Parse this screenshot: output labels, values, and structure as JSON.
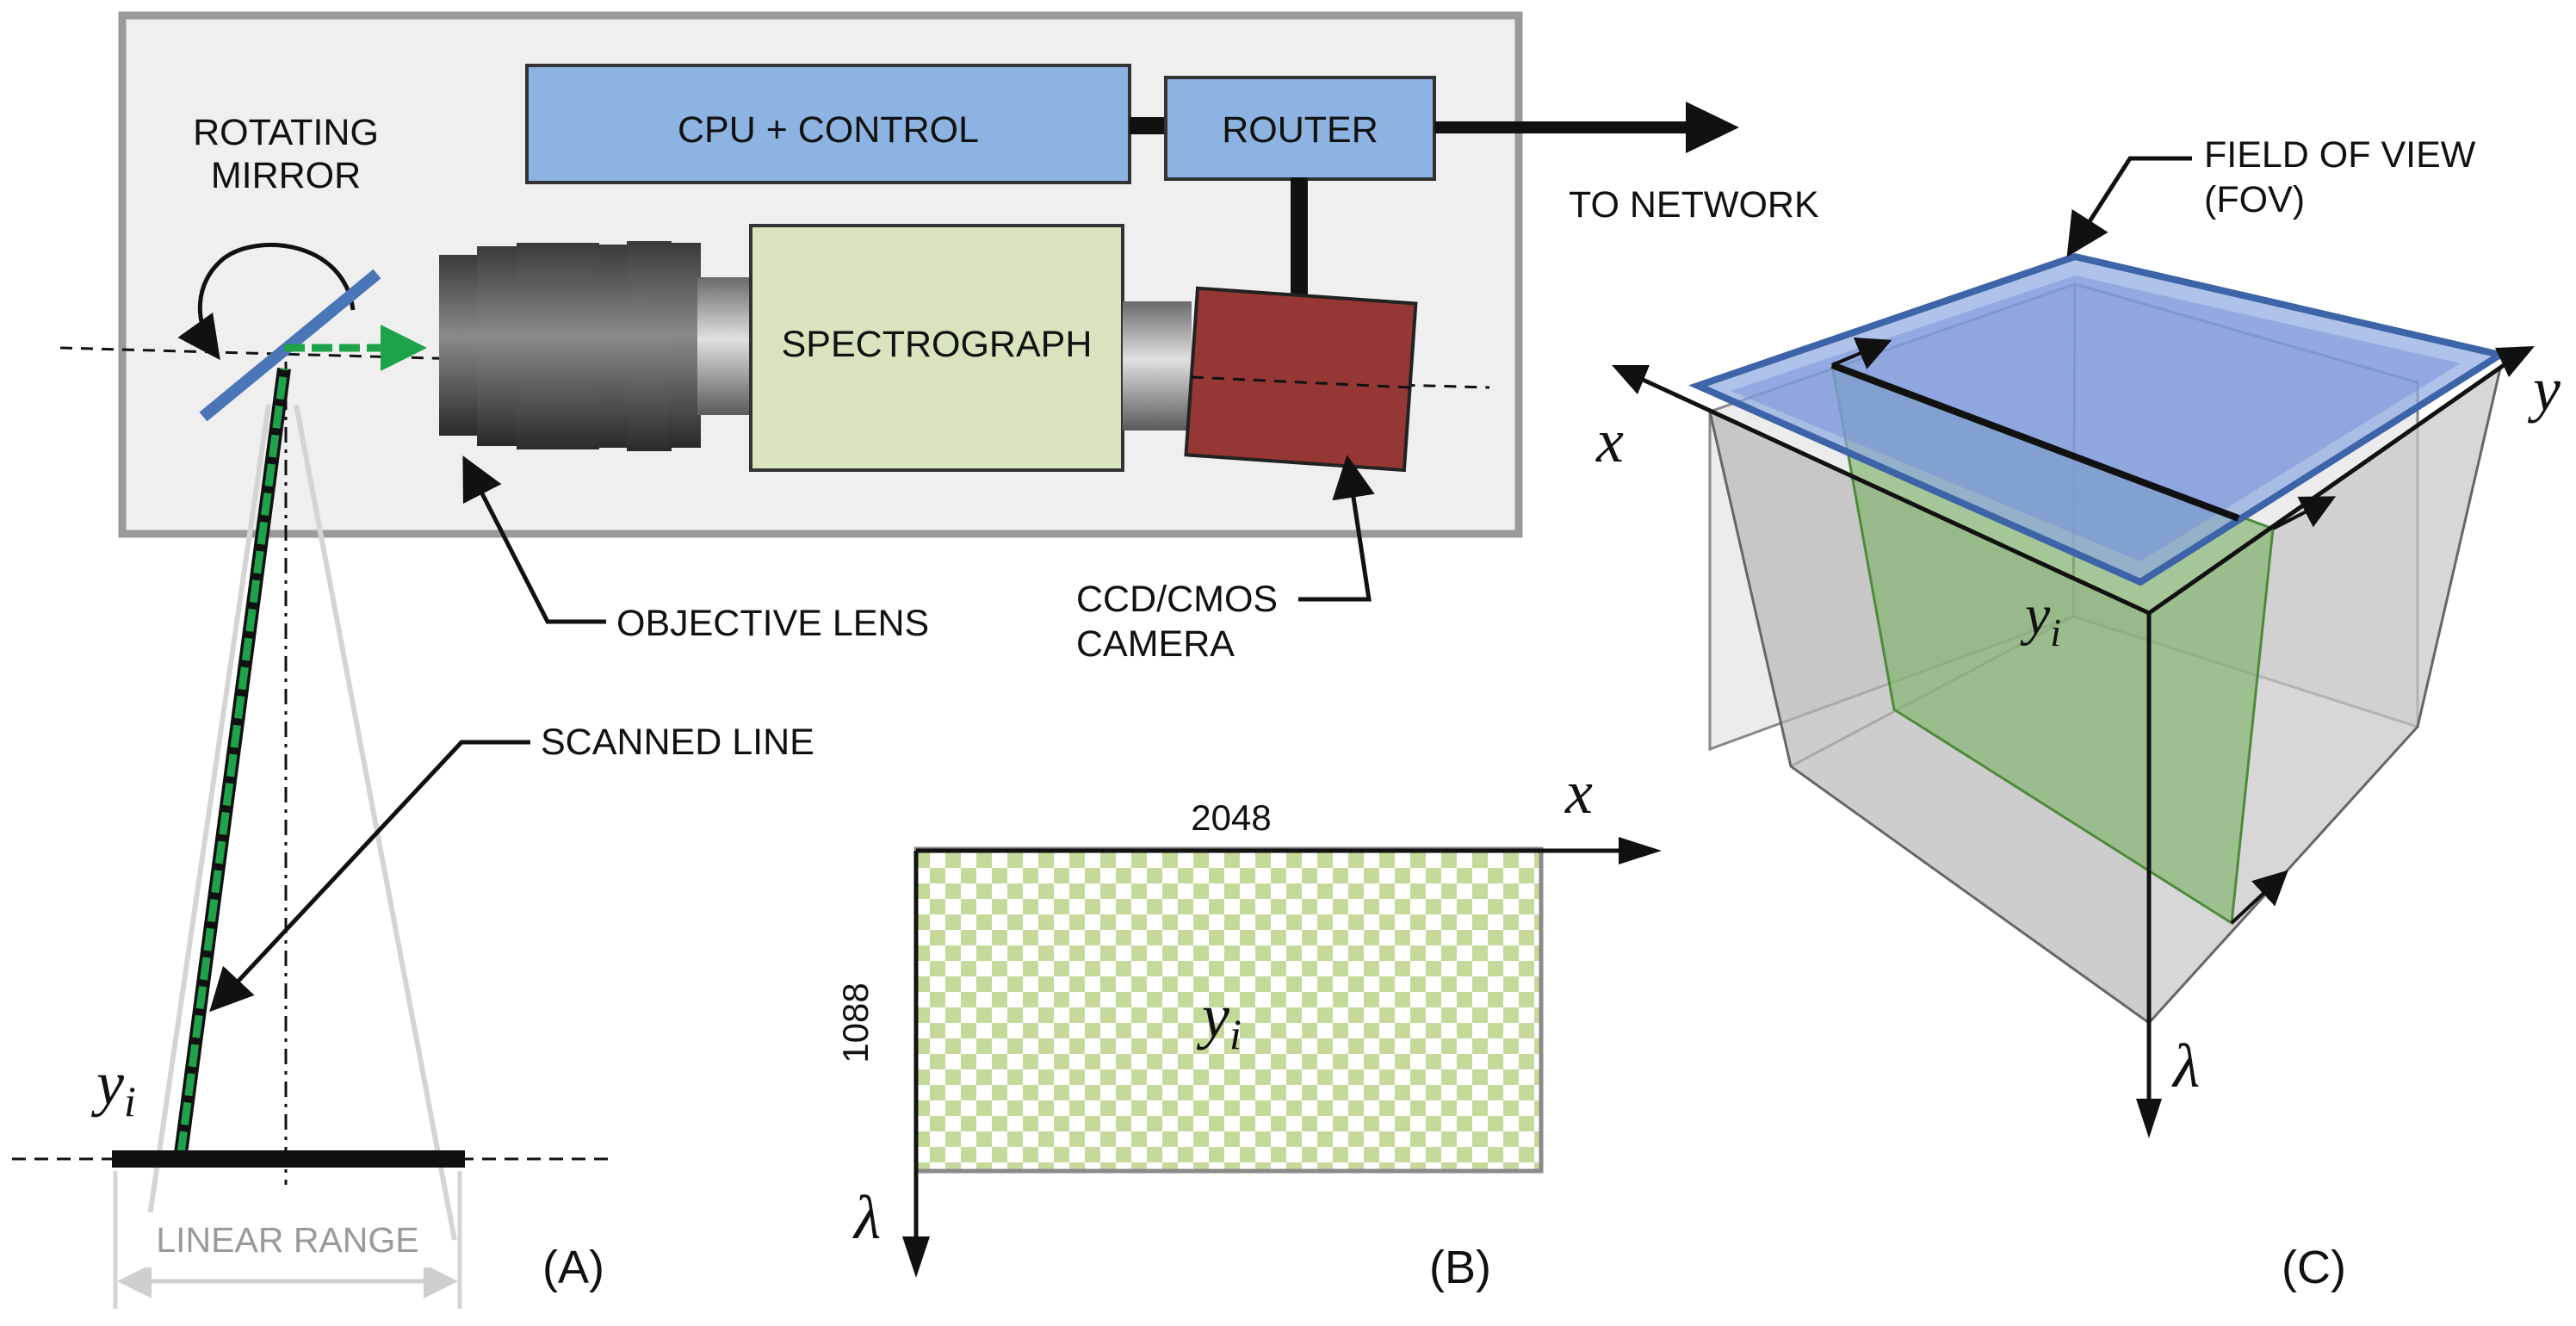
{
  "labels": {
    "rotating_mirror_line1": "ROTATING",
    "rotating_mirror_line2": "MIRROR",
    "cpu_control": "CPU + CONTROL",
    "router": "ROUTER",
    "to_network": "TO NETWORK",
    "spectrograph": "SPECTROGRAPH",
    "objective_lens": "OBJECTIVE LENS",
    "camera_line1": "CCD/CMOS",
    "camera_line2": "CAMERA",
    "scanned_line": "SCANNED LINE",
    "linear_range": "LINEAR RANGE",
    "fov_line1": "FIELD OF VIEW",
    "fov_line2": "(FOV)"
  },
  "math": {
    "x": "x",
    "y": "y",
    "lambda": "λ",
    "y_base": "y",
    "y_sub": "i"
  },
  "sensor": {
    "width": "2048",
    "height": "1088"
  },
  "panels": {
    "a": "(A)",
    "b": "(B)",
    "c": "(C)"
  },
  "colors": {
    "enclosure": "#efefef",
    "cpu_router": "#8db3e2",
    "spectrograph": "#d7e4bd",
    "camera": "#953734",
    "green_ray": "#1fa34a",
    "fov_plane": "#6f8ed6",
    "green_slice": "#7fb46a"
  }
}
